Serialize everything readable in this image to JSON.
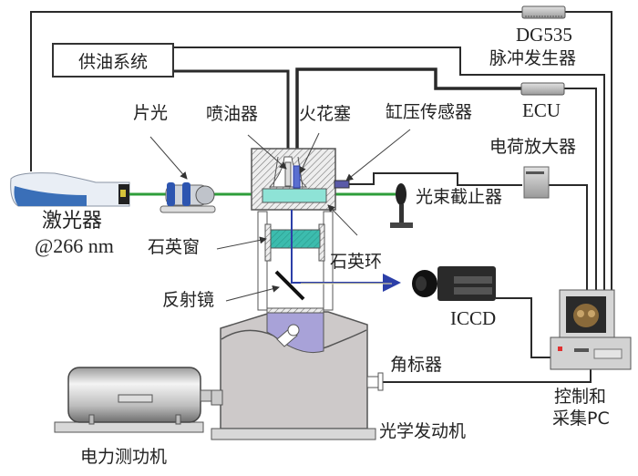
{
  "title": "Optical engine laser-diagnostic experimental setup",
  "components": {
    "fuel_supply": "供油系统",
    "pulse_generator_model": "DG535",
    "pulse_generator": "脉冲发生器",
    "ecu": "ECU",
    "charge_amplifier": "电荷放大器",
    "sheet_optics": "片光",
    "injector": "喷油器",
    "spark_plug": "火花塞",
    "pressure_sensor": "缸压传感器",
    "beam_stop": "光束截止器",
    "laser": "激光器",
    "laser_wavelength": "@266 nm",
    "quartz_window": "石英窗",
    "quartz_ring": "石英环",
    "mirror": "反射镜",
    "iccd": "ICCD",
    "encoder": "角标器",
    "optical_engine": "光学发动机",
    "dynamometer": "电力测功机",
    "pc_line1": "控制和",
    "pc_line2": "采集PC"
  },
  "colors": {
    "laser_beam": "#2e9e3a",
    "signal_beam": "#2c3fa8",
    "quartz": "#3cc0b0",
    "piston": "#a8a2d8",
    "wire": "#2a2a2a",
    "engine_body": "#cdc9c9"
  }
}
